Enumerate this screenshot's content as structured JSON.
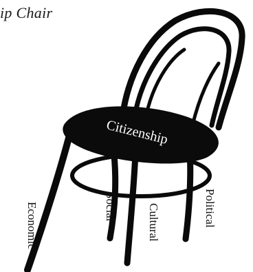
{
  "title": "ip Chair",
  "seat_label": "Citizenship",
  "legs": {
    "economic": "Economic",
    "social": "Social",
    "cultural": "Cultural",
    "political": "Political"
  }
}
